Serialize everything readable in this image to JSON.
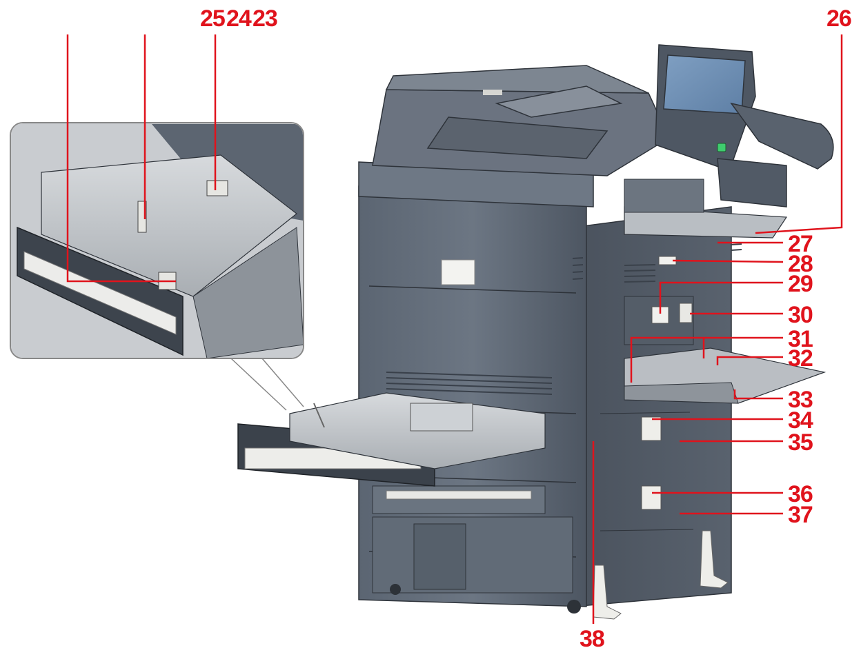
{
  "diagram": {
    "callout_color": "#e0131c",
    "callouts_top": [
      "25",
      "24",
      "23",
      "26"
    ],
    "callouts_right": [
      "27",
      "28",
      "29",
      "30",
      "31",
      "32",
      "33",
      "34",
      "35",
      "36",
      "37"
    ],
    "callout_bottom": "38"
  }
}
